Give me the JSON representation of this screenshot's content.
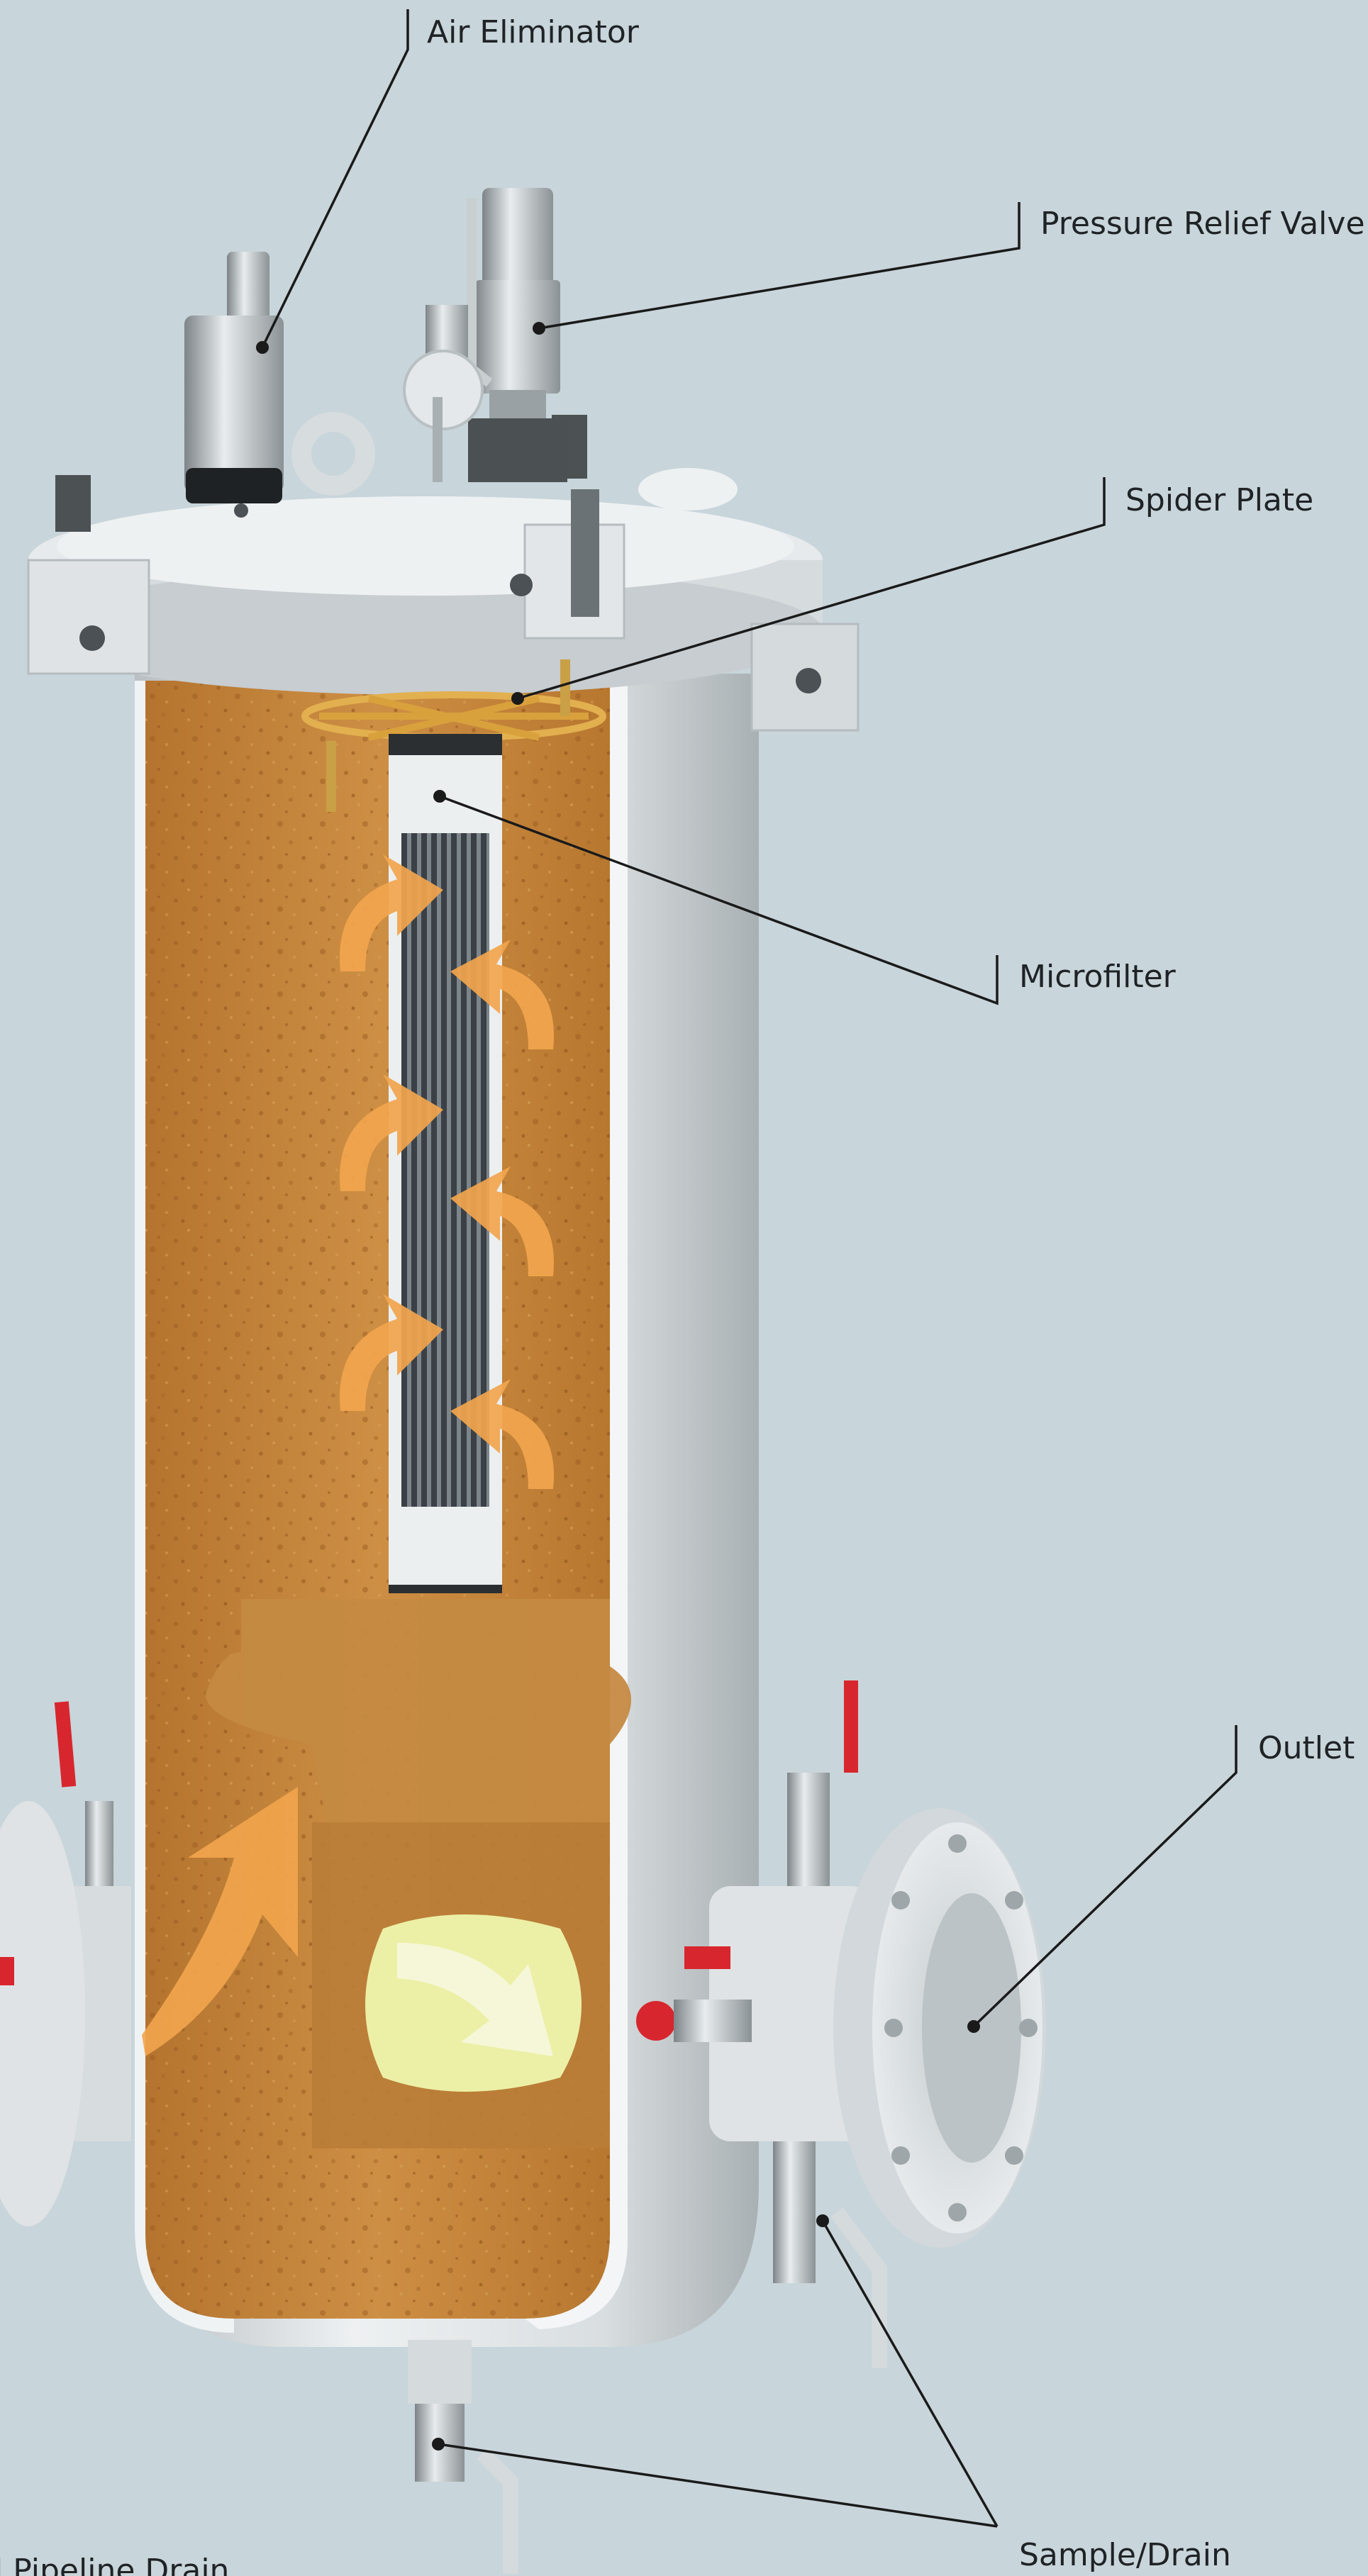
{
  "labels": {
    "air_eliminator": "Air Eliminator",
    "pressure_relief_valve": "Pressure Relief Valve",
    "spider_plate": "Spider Plate",
    "microfilter": "Microfilter",
    "outlet": "Outlet",
    "sample_drain": "Sample/Drain",
    "partial_left_label": "l Pipeline Drain"
  },
  "colors": {
    "background": "#c8d5da",
    "housing": "#dfe3e5",
    "fluid": "#c88a3e",
    "flow_arrow": "#f2a54d",
    "outlet_arrow": "#ecf0a6",
    "valve_handle": "#d8262e"
  }
}
